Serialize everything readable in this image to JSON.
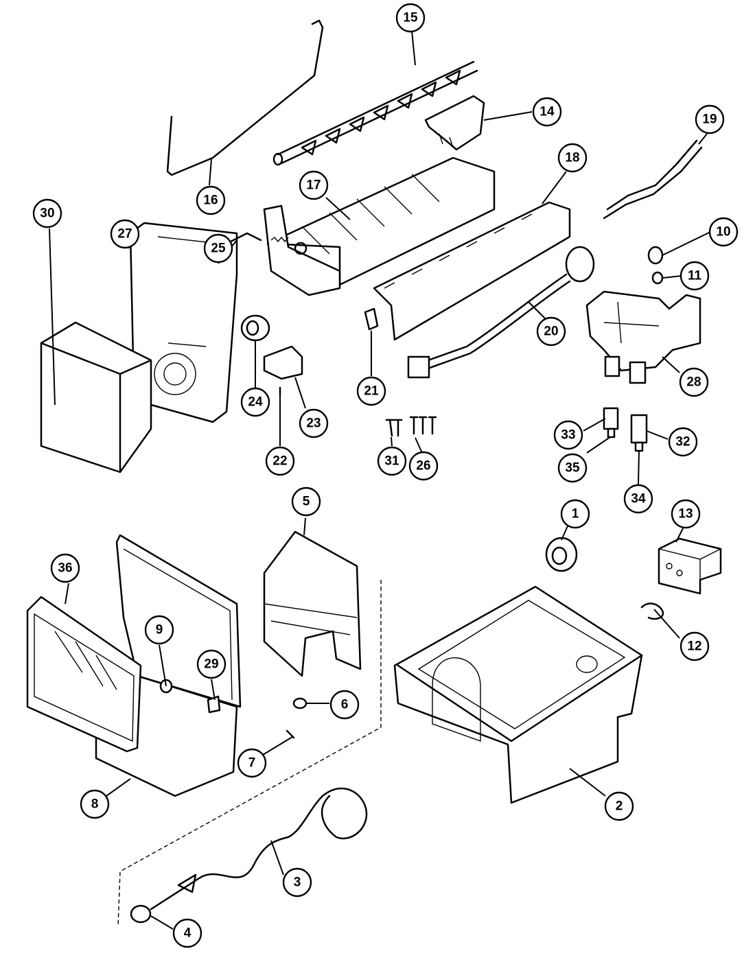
{
  "callouts": [
    {
      "label": "1"
    },
    {
      "label": "2"
    },
    {
      "label": "3"
    },
    {
      "label": "4"
    },
    {
      "label": "5"
    },
    {
      "label": "6"
    },
    {
      "label": "7"
    },
    {
      "label": "8"
    },
    {
      "label": "9"
    },
    {
      "label": "10"
    },
    {
      "label": "11"
    },
    {
      "label": "12"
    },
    {
      "label": "13"
    },
    {
      "label": "14"
    },
    {
      "label": "15"
    },
    {
      "label": "16"
    },
    {
      "label": "17"
    },
    {
      "label": "18"
    },
    {
      "label": "19"
    },
    {
      "label": "20"
    },
    {
      "label": "21"
    },
    {
      "label": "22"
    },
    {
      "label": "23"
    },
    {
      "label": "24"
    },
    {
      "label": "25"
    },
    {
      "label": "26"
    },
    {
      "label": "27"
    },
    {
      "label": "28"
    },
    {
      "label": "29"
    },
    {
      "label": "30"
    },
    {
      "label": "31"
    },
    {
      "label": "32"
    },
    {
      "label": "33"
    },
    {
      "label": "34"
    },
    {
      "label": "35"
    },
    {
      "label": "36"
    }
  ]
}
